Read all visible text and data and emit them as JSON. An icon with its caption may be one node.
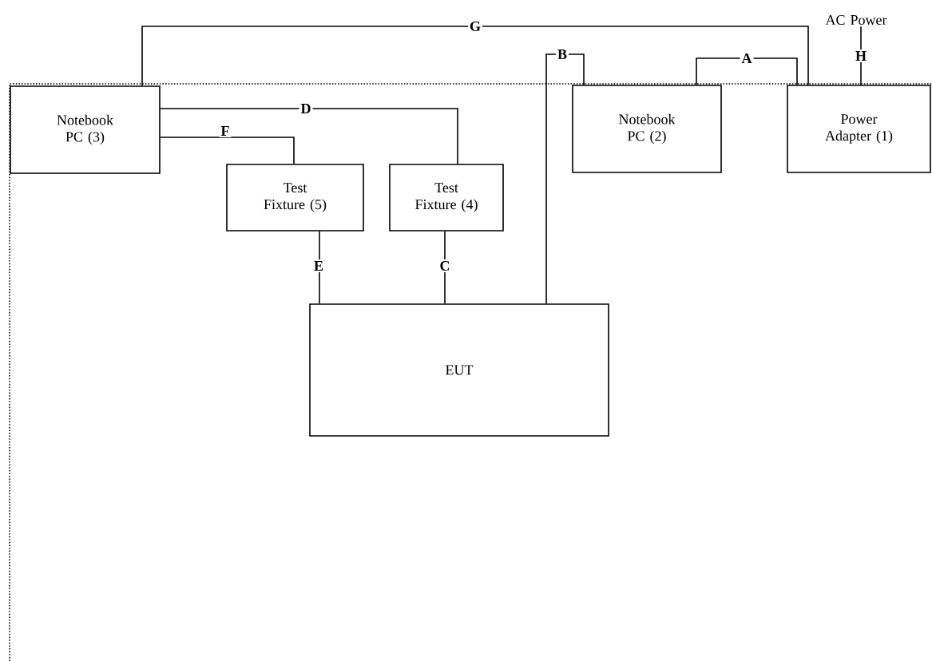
{
  "diagram": {
    "nodes": [
      {
        "text": [
          "AC Power"
        ]
      },
      {
        "text": [
          "Notebook PC (3)"
        ]
      },
      {
        "text": [
          "Notebook PC (2)"
        ]
      },
      {
        "text": [
          "Power Adapter (1)"
        ]
      },
      {
        "text": [
          "Test Fixture (5)"
        ]
      },
      {
        "text": [
          "Test Fixture (4)"
        ]
      },
      {
        "text": [
          "EUT"
        ]
      }
    ],
    "edges": [
      {
        "from": 2,
        "to": 3,
        "arrow": "none",
        "label": "A"
      },
      {
        "from": 6,
        "to": 2,
        "arrow": "none",
        "label": "B"
      },
      {
        "from": 5,
        "to": 6,
        "arrow": "none",
        "label": "C"
      },
      {
        "from": 1,
        "to": 5,
        "arrow": "none",
        "label": "D"
      },
      {
        "from": 4,
        "to": 6,
        "arrow": "none",
        "label": "E"
      },
      {
        "from": 1,
        "to": 4,
        "arrow": "none",
        "label": "F"
      },
      {
        "from": 1,
        "to": 3,
        "arrow": "none",
        "label": "G"
      },
      {
        "from": 0,
        "to": 3,
        "arrow": "none",
        "label": "H"
      }
    ]
  }
}
